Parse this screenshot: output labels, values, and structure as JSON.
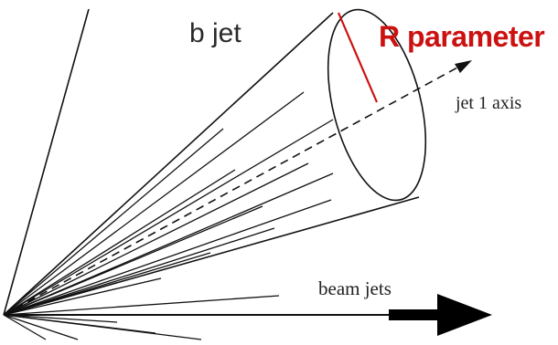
{
  "labels": {
    "bjet": "b jet",
    "r_parameter": "R parameter",
    "jet_axis": "jet 1 axis",
    "beam_jets": "beam jets"
  },
  "colors": {
    "line": "#111111",
    "r_parameter": "#cc1111",
    "text": "#222222"
  }
}
